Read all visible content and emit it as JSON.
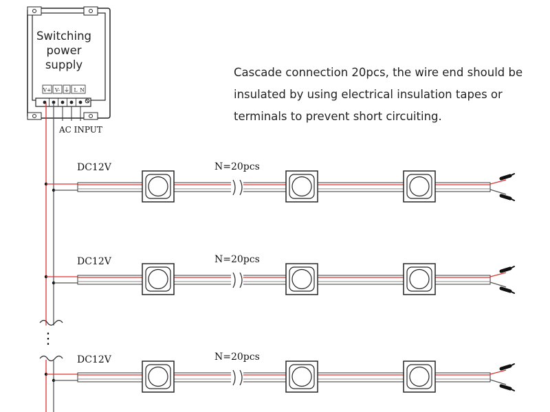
{
  "power_supply": {
    "title_lines": [
      "Switching",
      "power",
      "supply"
    ],
    "terminals": [
      "V+",
      "V-",
      "⏚",
      "L",
      "N"
    ],
    "input_label": "AC  INPUT"
  },
  "note_lines": [
    "Cascade connection 20pcs, the wire end should be",
    "insulated by using electrical insulation tapes or",
    "terminals to prevent short circuiting."
  ],
  "strings": [
    {
      "voltage": "DC12V",
      "count_label": "N=20pcs"
    },
    {
      "voltage": "DC12V",
      "count_label": "N=20pcs"
    },
    {
      "voltage": "DC12V",
      "count_label": "N=20pcs"
    }
  ],
  "continuation": "⋮",
  "colors": {
    "positive_wire": "#e03030",
    "negative_wire": "#555555",
    "outline": "#222222"
  }
}
